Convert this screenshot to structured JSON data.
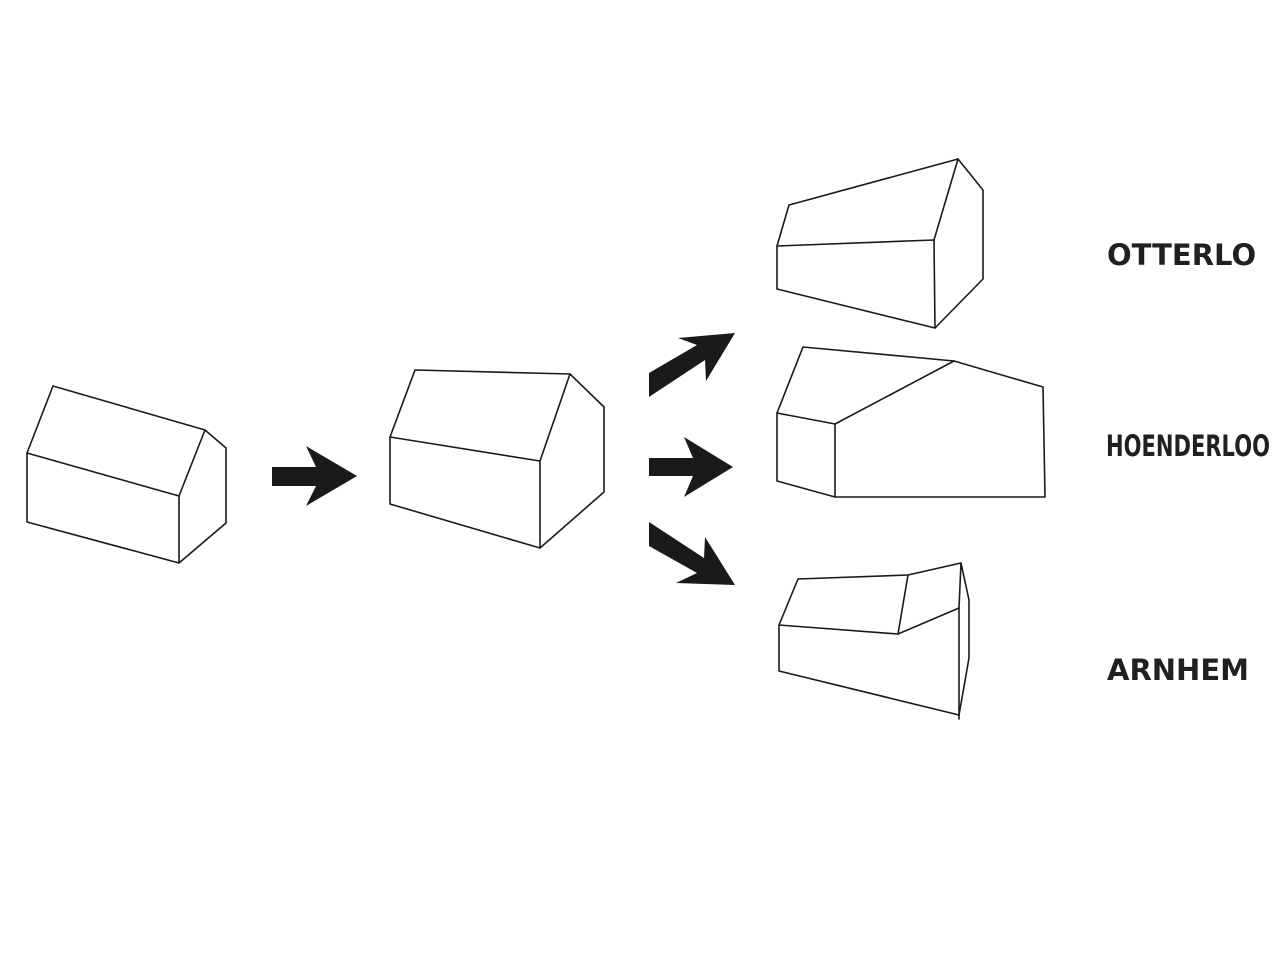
{
  "labels": {
    "otterlo": "OTTERLO",
    "hoenderloo": "HOENDERLOO",
    "arnhem": "ARNHEM"
  },
  "colors": {
    "stroke": "#1a1a1a",
    "arrow": "#1a1a1a",
    "label": "#231f20",
    "background": "#ffffff"
  }
}
